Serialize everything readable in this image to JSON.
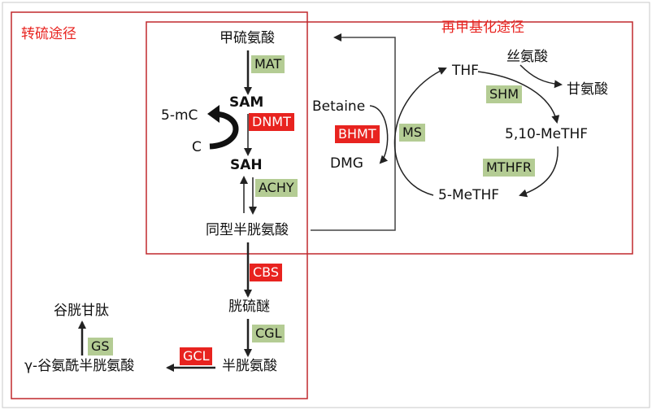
{
  "pathways": {
    "transsulfuration": "转硫途径",
    "remethylation": "再甲基化途径"
  },
  "metabolites": {
    "methionine": "甲硫氨酸",
    "sam": "SAM",
    "five_mc": "5-mC",
    "c": "C",
    "sah": "SAH",
    "homocysteine": "同型半胱氨酸",
    "betaine": "Betaine",
    "dmg": "DMG",
    "thf": "THF",
    "serine": "丝氨酸",
    "glycine": "甘氨酸",
    "methylene_thf": "5,10-MeTHF",
    "methyl_thf": "5-MeTHF",
    "cystathionine": "胱硫醚",
    "cysteine": "半胱氨酸",
    "glutathione": "谷胱甘肽",
    "gamma_glutamylcysteine": "γ-谷氨酰半胱氨酸"
  },
  "enzymes": {
    "mat": "MAT",
    "dnmt": "DNMT",
    "achy": "ACHY",
    "bhmt": "BHMT",
    "ms": "MS",
    "shm": "SHM",
    "mthfr": "MTHFR",
    "cbs": "CBS",
    "cgl": "CGL",
    "gcl": "GCL",
    "gs": "GS"
  },
  "colors": {
    "green_box": "#b4cc94",
    "red_box": "#e8231f",
    "pathway_border": "#c0282d"
  }
}
